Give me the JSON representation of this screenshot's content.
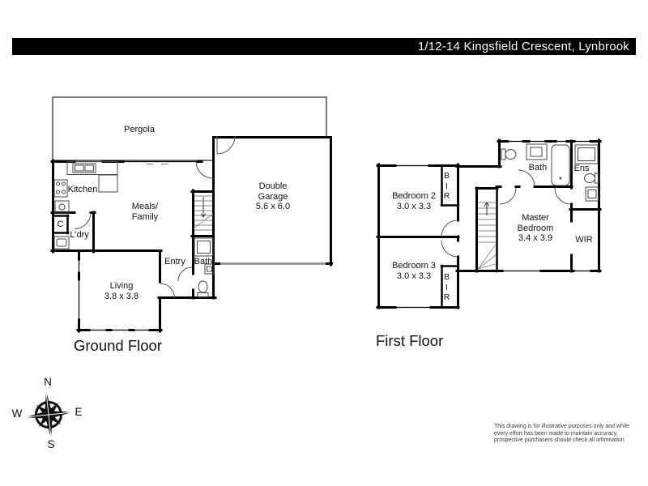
{
  "header": {
    "address": "1/12-14 Kingsfield Crescent, Lynbrook"
  },
  "ground_floor": {
    "title": "Ground Floor",
    "rooms": {
      "pergola": "Pergola",
      "kitchen": "Kitchen",
      "meals": "Meals/\nFamily",
      "garage": "Double\nGarage\n5.6 x 6.0",
      "cupboard": "C",
      "laundry": "L'dry",
      "entry": "Entry",
      "bath": "Bath",
      "living": "Living\n3.8 x 3.8"
    }
  },
  "first_floor": {
    "title": "First Floor",
    "rooms": {
      "bedroom2": "Bedroom 2\n3.0 x 3.3",
      "bir_top": "B\nI\nR",
      "bath": "Bath",
      "ens": "Ens",
      "bedroom3": "Bedroom 3\n3.0 x 3.3",
      "bir_bottom": "B\nI\nR",
      "master": "Master\nBedroom\n3.4 x 3.9",
      "wir": "WIR"
    }
  },
  "compass": {
    "north": "N",
    "south": "S",
    "east": "E",
    "west": "W"
  },
  "disclaimer": {
    "text": "This drawing is for illustrative purposes only and while\nevery effort has been made to maintain accuracy,\nprospective purchasers should check all information"
  },
  "colors": {
    "wall": "#000000",
    "garage_door": "#8a8a8a",
    "header_bg": "#000000"
  }
}
